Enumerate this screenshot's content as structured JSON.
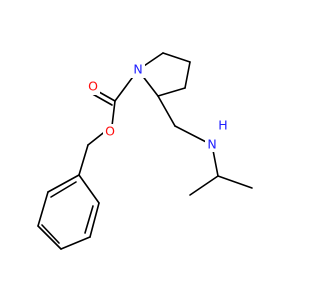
{
  "structure": {
    "atom_labels": {
      "ring_nitrogen": "N",
      "carbonyl_oxygen": "O",
      "ester_oxygen": "O",
      "amine_nitrogen": "N",
      "amine_hydrogen": "H"
    },
    "colors": {
      "bond": "#000000",
      "nitrogen": "#2020ff",
      "oxygen": "#ff0d0d",
      "background": "#ffffff"
    }
  }
}
